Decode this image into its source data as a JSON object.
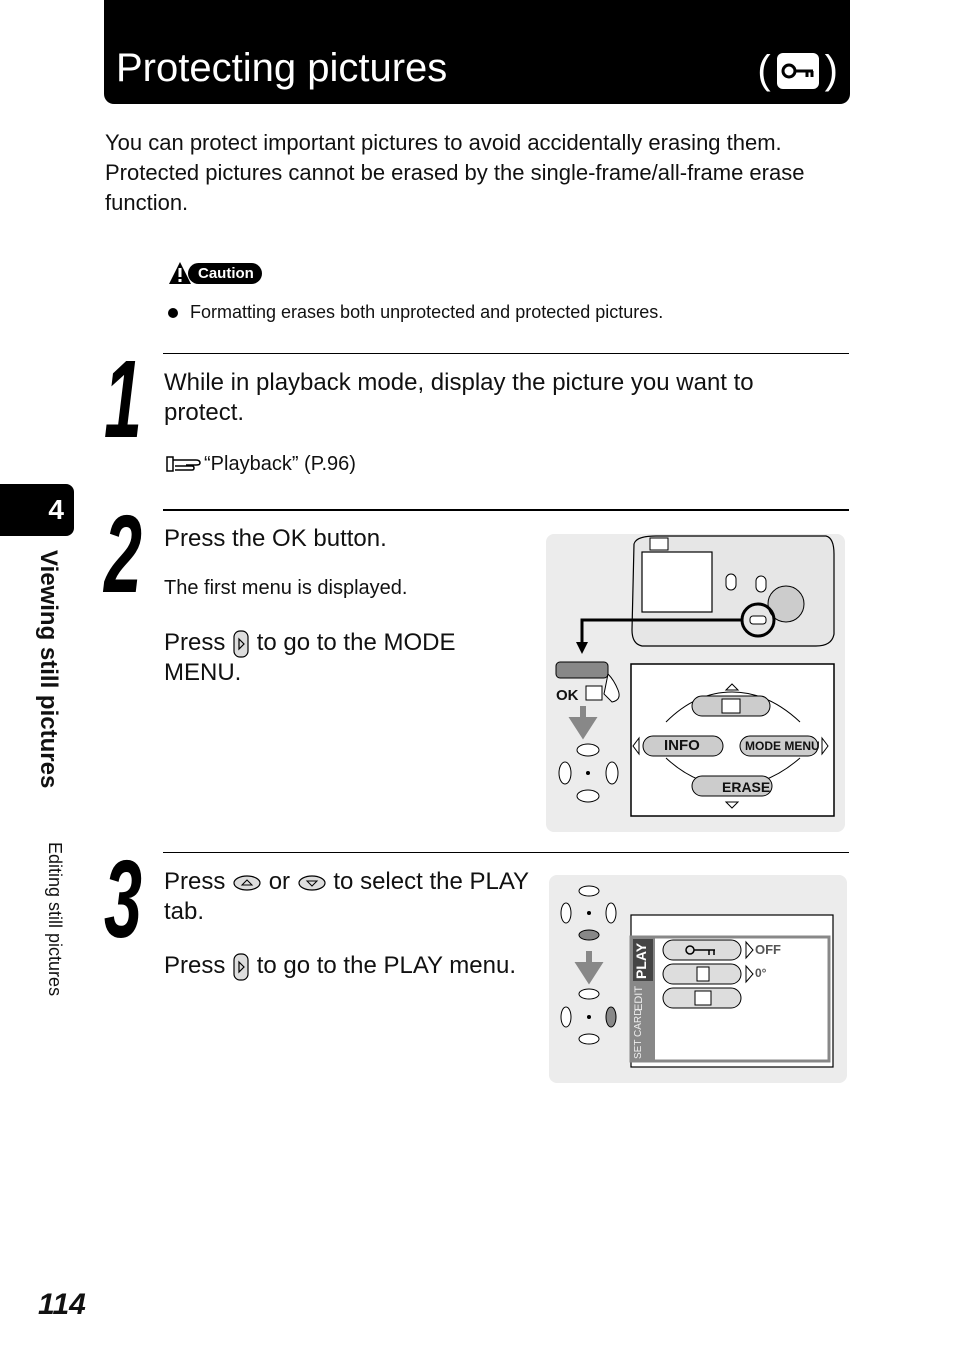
{
  "header": {
    "title": "Protecting pictures",
    "icon": "key-icon",
    "paren_open": "(",
    "paren_close": ")"
  },
  "intro": {
    "text": "You can protect important pictures to avoid accidentally erasing them. Protected pictures cannot be erased by the single-frame/all-frame erase function."
  },
  "caution": {
    "label": "Caution",
    "items": [
      "Formatting erases both unprotected and protected pictures."
    ]
  },
  "sidebar": {
    "chapter_number": "4",
    "chapter_title": "Viewing still pictures",
    "section_title": "Editing still pictures"
  },
  "steps": [
    {
      "number": "1",
      "instruction": "While in playback mode, display the picture you want to protect.",
      "reference": "“Playback” (P.96)"
    },
    {
      "number": "2",
      "instruction": "Press the OK button.",
      "result": "The first menu is displayed.",
      "instruction2_pre": "Press",
      "instruction2_post": "to go to the MODE MENU.",
      "diagram": {
        "ok_label": "OK",
        "menu_top_icon": "playback-icon",
        "menu_left": "INFO",
        "menu_right": "MODE MENU",
        "menu_bottom": "ERASE"
      }
    },
    {
      "number": "3",
      "instruction_pre": "Press",
      "instruction_mid": "or",
      "instruction_post": "to select the PLAY tab.",
      "instruction2_pre": "Press",
      "instruction2_post": "to go to the PLAY menu.",
      "diagram": {
        "tabs": [
          "PLAY",
          "EDIT",
          "CARD",
          "SET"
        ],
        "row1_value": "OFF",
        "row2_value": "0°"
      }
    }
  ],
  "footer": {
    "page_number": "114"
  }
}
